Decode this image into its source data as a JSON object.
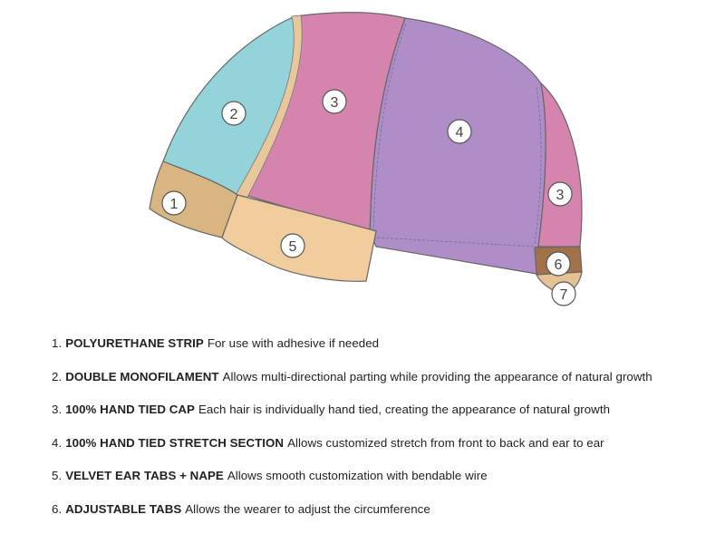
{
  "callouts": [
    "1",
    "2",
    "3",
    "4",
    "3",
    "5",
    "6",
    "7"
  ],
  "colors": {
    "polyurethane": "#d8b582",
    "monofilament": "#93d3d9",
    "hand_tied": "#d585ad",
    "stretch": "#af8ec7",
    "ear_tab": "#f1cc9d",
    "adjustable_tab": "#a1724a",
    "nape": "#e5c194"
  },
  "legend": [
    {
      "num": "1.",
      "name": "POLYURETHANE STRIP",
      "desc": "For use with adhesive if needed"
    },
    {
      "num": "2.",
      "name": "DOUBLE MONOFILAMENT",
      "desc": "Allows multi-directional parting while providing the appearance of natural growth"
    },
    {
      "num": "3.",
      "name": "100% HAND TIED CAP",
      "desc": "Each hair is individually hand tied, creating the appearance of natural growth"
    },
    {
      "num": "4.",
      "name": "100% HAND TIED STRETCH SECTION",
      "desc": "Allows customized stretch from front to back and ear to ear"
    },
    {
      "num": "5.",
      "name": "VELVET EAR TABS + NAPE",
      "desc": "Allows smooth customization with bendable wire"
    },
    {
      "num": "6.",
      "name": "ADJUSTABLE TABS",
      "desc": "Allows the wearer to adjust the circumference"
    }
  ]
}
